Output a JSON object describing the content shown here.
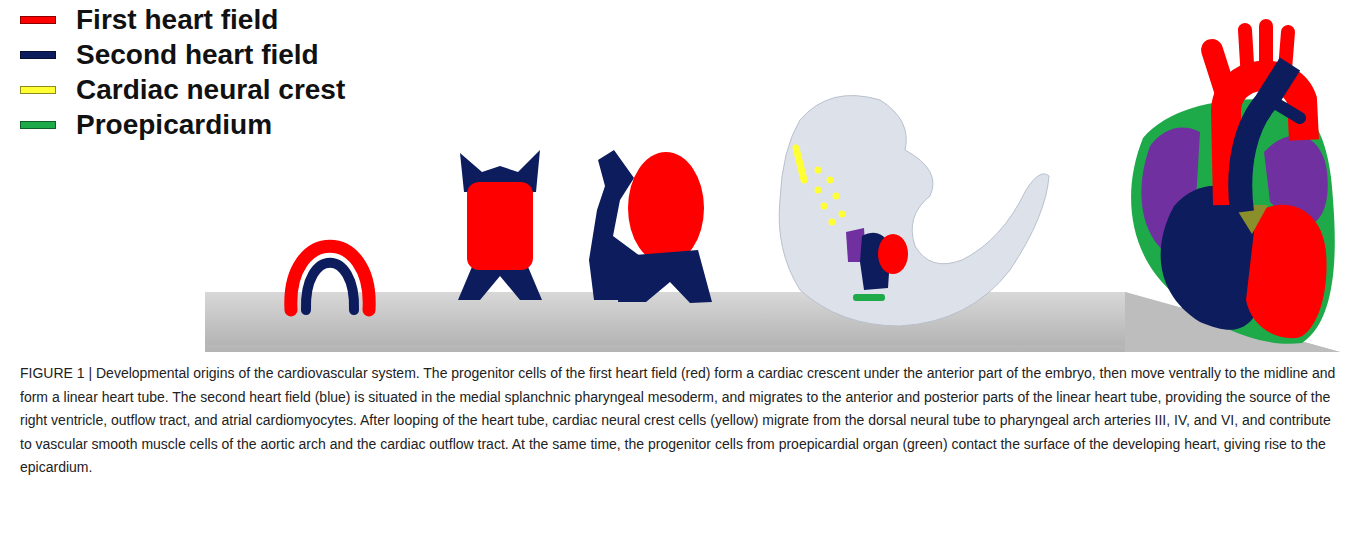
{
  "diagram": {
    "caption": "FIGURE 1 | Developmental origins of the cardiovascular system. The progenitor cells of the first heart field (red) form a cardiac crescent under the anterior part of the embryo, then move ventrally to the midline and form a linear heart tube. The second heart field (blue) is situated in the medial splanchnic pharyngeal mesoderm, and migrates to the anterior and posterior parts of the linear heart tube, providing the source of the right ventricle, outflow tract, and atrial cardiomyocytes. After looping of the heart tube, cardiac neural crest cells (yellow) migrate from the dorsal neural tube to pharyngeal arch arteries III, IV, and VI, and contribute to vascular smooth muscle cells of the aortic arch and the cardiac outflow tract. At the same time, the progenitor cells from proepicardial organ (green) contact the surface of the developing heart, giving rise to the epicardium.",
    "legend": [
      {
        "text": "First heart field",
        "color": "#ff0000"
      },
      {
        "text": "Second heart field",
        "color": "#0c1c5c"
      },
      {
        "text": "Cardiac neural crest",
        "color": "#ffff33"
      },
      {
        "text": "Proepicardium",
        "color": "#1faa4a"
      }
    ]
  }
}
